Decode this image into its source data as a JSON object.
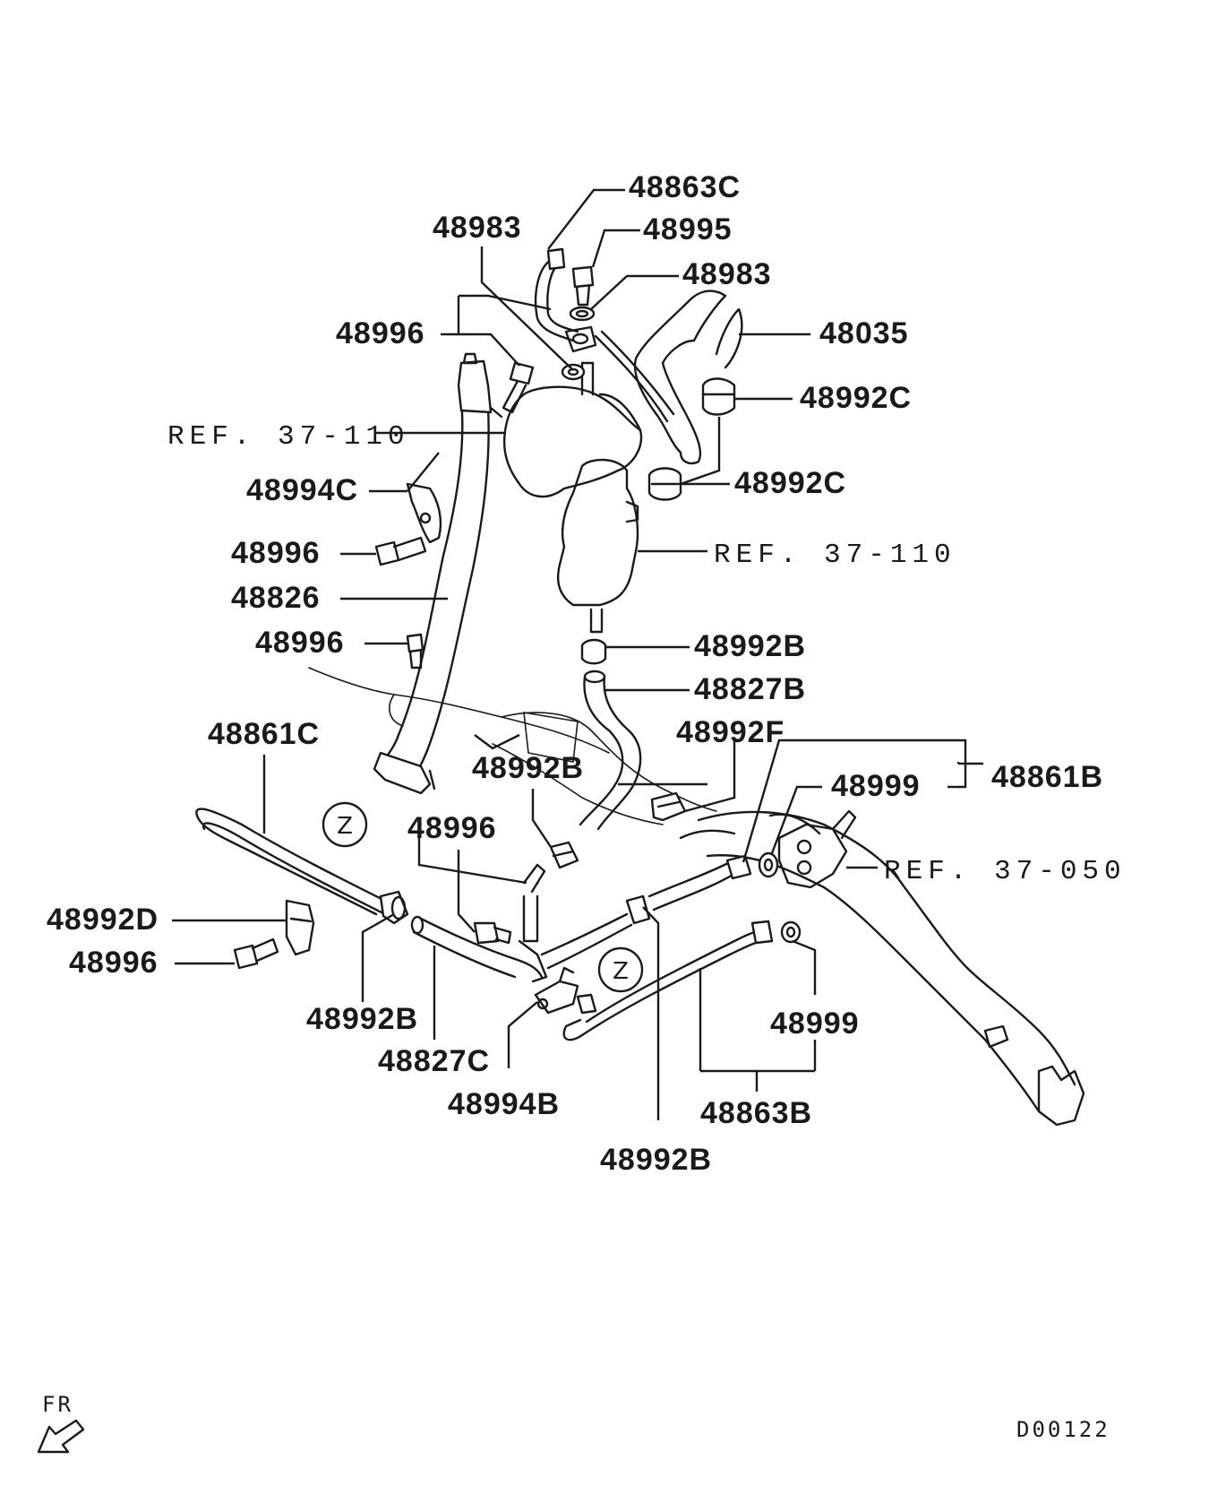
{
  "labels": {
    "l_48863c_top": "48863C",
    "l_48983_a": "48983",
    "l_48995": "48995",
    "l_48983_b": "48983",
    "l_48035": "48035",
    "l_48996_a": "48996",
    "l_48992c_a": "48992C",
    "l_ref_37110_a": "REF. 37-110",
    "l_48992c_b": "48992C",
    "l_48994c": "48994C",
    "l_48996_b": "48996",
    "l_ref_37110_b": "REF. 37-110",
    "l_48826": "48826",
    "l_48996_c": "48996",
    "l_48992b_a": "48992B",
    "l_48827b": "48827B",
    "l_48861c": "48861C",
    "l_48992f": "48992F",
    "l_48992b_b": "48992B",
    "l_48999_a": "48999",
    "l_48861b": "48861B",
    "l_48996_d": "48996",
    "l_ref_37050": "REF. 37-050",
    "l_48992d": "48992D",
    "l_48996_e": "48996",
    "l_48992b_c": "48992B",
    "l_48827c": "48827C",
    "l_48999_b": "48999",
    "l_48994b": "48994B",
    "l_48863b": "48863B",
    "l_48992b_d": "48992B"
  },
  "z_markers": [
    "Z",
    "Z"
  ],
  "direction": "FR",
  "diagram_code": "D00122"
}
